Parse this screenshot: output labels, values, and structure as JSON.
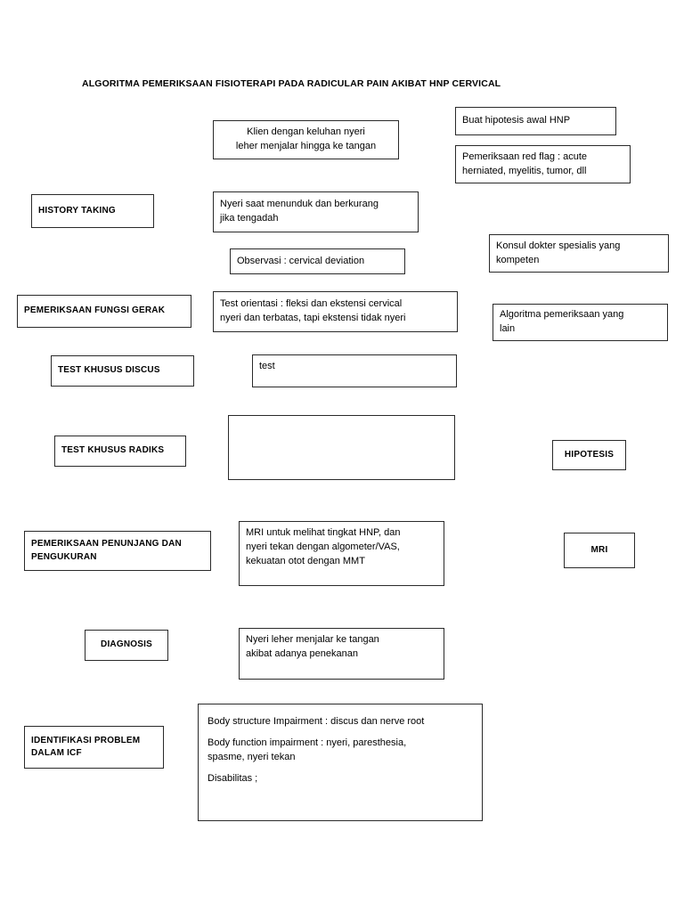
{
  "document": {
    "title": "ALGORITMA PEMERIKSAAN FISIOTERAPI PADA RADICULAR PAIN AKIBAT HNP CERVICAL"
  },
  "stages": {
    "history_taking": "HISTORY TAKING",
    "fungsi_gerak": "PEMERIKSAAN FUNGSI GERAK",
    "khusus_discus": "TEST KHUSUS DISCUS",
    "khusus_radiks": "TEST KHUSUS RADIKS",
    "penunjang_line1": "PEMERIKSAAN PENUNJANG DAN",
    "penunjang_line2": "PENGUKURAN",
    "diagnosis": "DIAGNOSIS",
    "identifikasi_line1": "IDENTIFIKASI PROBLEM",
    "identifikasi_line2": "DALAM ICF"
  },
  "middle": {
    "keluhan_line1": "Klien dengan keluhan nyeri",
    "keluhan_line2": "leher menjalar hingga ke tangan",
    "nyeri_line1": "Nyeri saat menunduk dan berkurang",
    "nyeri_line2": "jika tengadah",
    "observasi": "Observasi : cervical deviation",
    "orientasi_line1": "Test orientasi : fleksi dan ekstensi cervical",
    "orientasi_line2": "nyeri dan terbatas, tapi ekstensi tidak nyeri",
    "test": "test",
    "empty_box": "",
    "mri_line1": "MRI untuk melihat tingkat HNP, dan",
    "mri_line2": "nyeri tekan dengan algometer/VAS,",
    "mri_line3": "kekuatan otot dengan MMT",
    "diagnosis_line1": "Nyeri leher menjalar ke tangan",
    "diagnosis_line2": "akibat adanya penekanan",
    "icf_line1": "Body structure Impairment : discus dan nerve root",
    "icf_line2a": "Body function impairment : nyeri, paresthesia,",
    "icf_line2b": "spasme, nyeri tekan",
    "icf_line3": "Disabilitas ;"
  },
  "right": {
    "hipotesis_awal": "Buat hipotesis awal HNP",
    "red_flag_line1": "Pemeriksaan red flag : acute",
    "red_flag_line2": "herniated, myelitis, tumor, dll",
    "konsul_line1": "Konsul dokter spesialis yang",
    "konsul_line2": "kompeten",
    "algoritma_lain_line1": "Algoritma pemeriksaan yang",
    "algoritma_lain_line2": "lain",
    "hipotesis": "HIPOTESIS",
    "mri": "MRI"
  },
  "colors": {
    "background": "#ffffff",
    "text": "#000000",
    "border": "#2a2a2a"
  }
}
